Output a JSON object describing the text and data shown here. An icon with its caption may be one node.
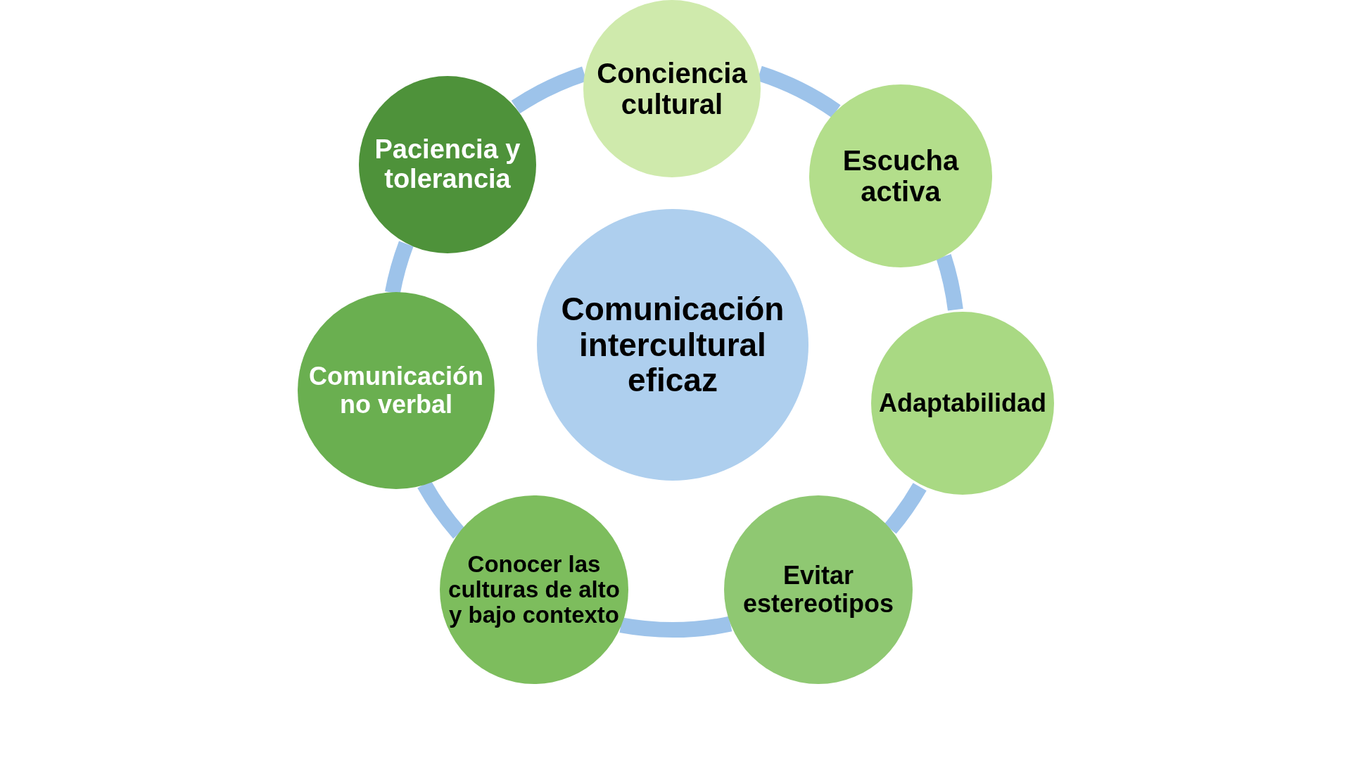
{
  "diagram": {
    "nodes": [
      {
        "text": [
          "Comunicación intercultural eficaz"
        ]
      },
      {
        "text": [
          "Conciencia cultural"
        ]
      },
      {
        "text": [
          "Escucha activa"
        ]
      },
      {
        "text": [
          "Adaptabilidad"
        ]
      },
      {
        "text": [
          "Evitar estereotipos"
        ]
      },
      {
        "text": [
          "Conocer las culturas de alto y bajo contexto"
        ]
      },
      {
        "text": [
          "Comunicación no verbal"
        ]
      },
      {
        "text": [
          "Paciencia y tolerancia"
        ]
      }
    ],
    "edges": [
      {
        "from": 1,
        "to": 2,
        "arrow": "none"
      },
      {
        "from": 2,
        "to": 3,
        "arrow": "none"
      },
      {
        "from": 3,
        "to": 4,
        "arrow": "none"
      },
      {
        "from": 4,
        "to": 5,
        "arrow": "none"
      },
      {
        "from": 5,
        "to": 6,
        "arrow": "none"
      },
      {
        "from": 6,
        "to": 7,
        "arrow": "none"
      },
      {
        "from": 7,
        "to": 1,
        "arrow": "none"
      }
    ]
  }
}
